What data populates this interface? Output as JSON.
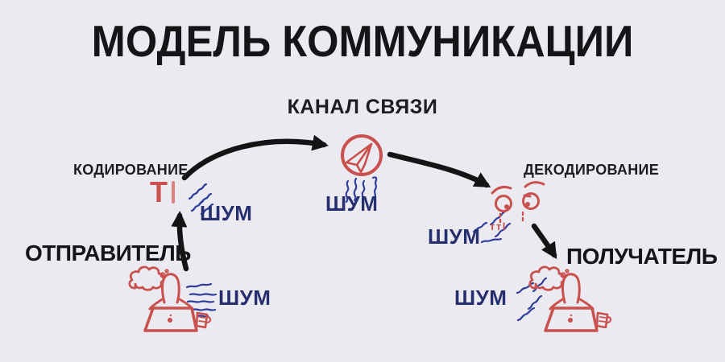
{
  "title": {
    "text": "МОДЕЛЬ КОММУНИКАЦИИ"
  },
  "colors": {
    "background": "#eceaf1",
    "title_text": "#151417",
    "label_text": "#1d1c20",
    "accent_red": "#c9514d",
    "cursor_bar": "#d9827f",
    "noise_text": "#262f6e",
    "noise_lines": "#2f3e9a",
    "arrow": "#141414"
  },
  "nodes": {
    "channel": {
      "label": "КАНАЛ СВЯЗИ",
      "icon": "paper-plane-circle-icon"
    },
    "encoding": {
      "label": "КОДИРОВАНИЕ",
      "icon": "text-cursor-icon",
      "icon_glyph": "Т"
    },
    "decoding": {
      "label": "ДЕКОДИРОВАНИЕ",
      "icon": "reading-eyes-icon",
      "icon_glyph": "ттl"
    },
    "sender": {
      "label": "ОТПРАВИТЕЛЬ",
      "icon": "person-at-laptop-icon"
    },
    "receiver": {
      "label": "ПОЛУЧАТЕЛЬ",
      "icon": "person-at-laptop-icon"
    }
  },
  "noise": {
    "label": "ШУМ",
    "count": 5
  }
}
